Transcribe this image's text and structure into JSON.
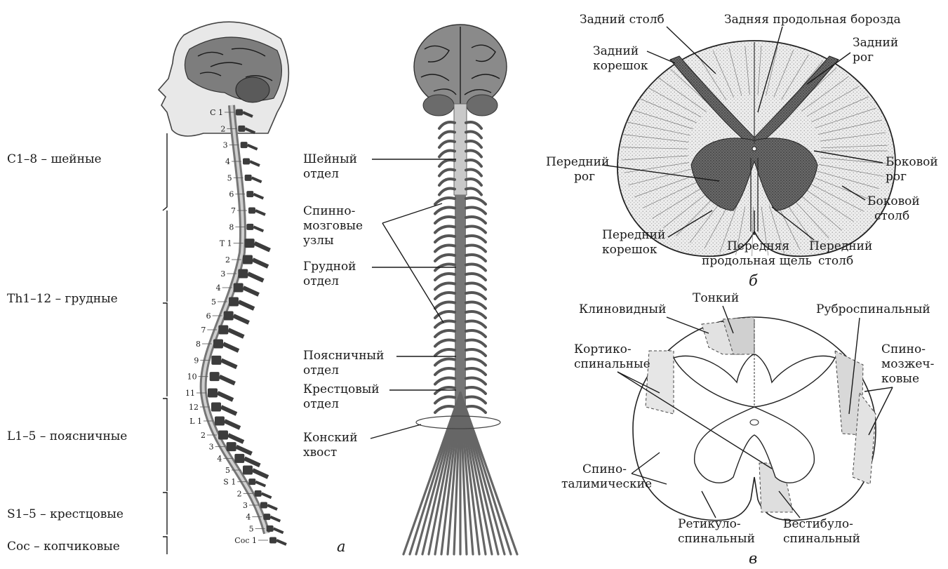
{
  "regions": [
    {
      "label": "C1–8 – шейные"
    },
    {
      "label": "Th1–12 – грудные"
    },
    {
      "label": "L1–5 – поясничные"
    },
    {
      "label": "S1–5 – крестцовые"
    },
    {
      "label": "Coc – копчиковые"
    }
  ],
  "vertebra_labels": [
    "C 1",
    "2",
    "3",
    "4",
    "5",
    "6",
    "7",
    "8",
    "T 1",
    "2",
    "3",
    "4",
    "5",
    "6",
    "7",
    "8",
    "9",
    "10",
    "11",
    "12",
    "L 1",
    "2",
    "3",
    "4",
    "5",
    "S 1",
    "2",
    "3",
    "4",
    "5",
    "Coc 1"
  ],
  "cord_labels": {
    "cervical": [
      "Шейный",
      "отдел"
    ],
    "ganglia": [
      "Спинно-",
      "мозговые",
      "узлы"
    ],
    "thoracic": [
      "Грудной",
      "отдел"
    ],
    "lumbar": [
      "Поясничный",
      "отдел"
    ],
    "sacral": [
      "Крестцовый",
      "отдел"
    ],
    "cauda": [
      "Конский",
      "хвост"
    ]
  },
  "cross_section_labels": {
    "posterior_column": "Задний столб",
    "posterior_median_sulcus": "Задняя продольная борозда",
    "posterior_root": [
      "Задний",
      "корешок"
    ],
    "posterior_horn": [
      "Задний",
      "рог"
    ],
    "anterior_horn": [
      "Передний",
      "рог"
    ],
    "lateral_horn": [
      "Боковой",
      "рог"
    ],
    "lateral_column": [
      "Боковой",
      "столб"
    ],
    "anterior_root": [
      "Передний",
      "корешок"
    ],
    "anterior_median_fissure": [
      "Передняя",
      "продольная щель"
    ],
    "anterior_column": [
      "Передний",
      "столб"
    ]
  },
  "tract_labels": {
    "cuneate": "Клиновидный",
    "gracile": "Тонкий",
    "rubrospinal": "Руброспинальный",
    "corticospinal": [
      "Кортико-",
      "спинальные"
    ],
    "spinocerebellar": [
      "Спино-",
      "мозжеч-",
      "ковые"
    ],
    "spinothalamic": [
      "Спино-",
      "талимические"
    ],
    "reticulospinal": [
      "Ретикуло-",
      "спинальный"
    ],
    "vestibulospinal": [
      "Вестибуло-",
      "спинальный"
    ]
  },
  "panel_letters": {
    "a": "а",
    "b": "б",
    "c": "в"
  }
}
